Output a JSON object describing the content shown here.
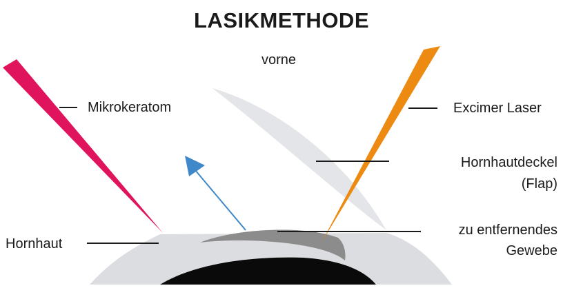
{
  "title": "LASIKMETHODE",
  "labels": {
    "front": "vorne",
    "microkeratome": "Mikrokeratom",
    "excimer_laser": "Excimer Laser",
    "flap_line1": "Hornhautdeckel",
    "flap_line2": "(Flap)",
    "cornea": "Hornhaut",
    "tissue_line1": "zu entfernendes",
    "tissue_line2": "Gewebe"
  },
  "colors": {
    "microkeratome": "#e0145c",
    "laser": "#ec8a12",
    "arrow": "#3f88c9",
    "cornea": "#dcdde0",
    "flap": "#e4e5e8",
    "tissue": "#8c8c8c",
    "pupil": "#0a0a0a"
  }
}
